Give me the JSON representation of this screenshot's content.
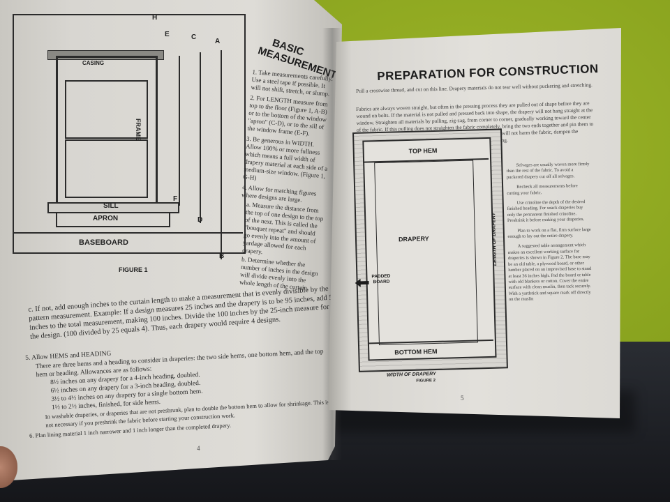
{
  "left_page": {
    "title": [
      "BASIC",
      "MEASUREMENTS"
    ],
    "figure": {
      "labels": {
        "casing": "CASING",
        "frame": "FRAME",
        "sill": "SILL",
        "apron": "APRON",
        "baseboard": "BASEBOARD",
        "caption": "FIGURE 1",
        "letters": [
          "E",
          "C",
          "A",
          "H",
          "F",
          "D",
          "B"
        ]
      }
    },
    "items": [
      "1. Take measurements carefully. Use a steel tape if possible. It will not shift, stretch, or slump.",
      "2. For LENGTH measure from top to the floor (Figure 1, A-B) or to the bottom of the window \"apron\" (C-D), or to the sill of the window frame (E-F).",
      "3. Be generous in WIDTH. Allow 100% or more fullness which means a full width of drapery material at each side of a medium-size window. (Figure 1, G-H)",
      "4. Allow for matching figures where designs are large.",
      "a. Measure the distance from the top of one design to the top of the next. This is called the \"bouquet repeat\" and should go evenly into the amount of yardage allowed for each drapery.",
      "b. Determine whether the number of inches in the design will divide evenly into the whole length of the curtain."
    ],
    "para_c": "c. If not, add enough inches to the curtain length to make a measurement that is evenly divisible by the pattern measurement. Example: If a design measures 25 inches and the drapery is to be 95 inches, add 5 inches to the total measurement, making 100 inches. Divide the 100 inches by the 25-inch measure for the design. (100 divided by 25 equals 4). Thus, each drapery would require 4 designs.",
    "item5_title": "5. Allow HEMS and HEADING",
    "item5_lines": [
      "There are three hems and a heading to consider in draperies: the two side hems, one bottom hem, and the top hem or heading. Allowances are as follows:",
      "8½ inches on any drapery for a 4-inch heading, doubled.",
      "6½ inches on any drapery for a 3-inch heading, doubled.",
      "3½ to 4½ inches on any drapery for a single bottom hem.",
      "1½ to 2½ inches, finished, for side hems.",
      "In washable draperies, or draperies that are not preshrunk, plan to double the bottom hem to allow for shrinkage. This is not necessary if you preshrink the fabric before starting your construction work.",
      "6. Plan lining material 1 inch narrower and 1 inch longer than the completed drapery."
    ],
    "page_number": "4"
  },
  "right_page": {
    "title": "PREPARATION FOR CONSTRUCTION",
    "intro": "Pull a crosswise thread, and cut on this line. Drapery materials do not tear well without puckering and stretching.",
    "para2": "Fabrics are always woven straight, but often in the pressing process they are pulled out of shape before they are wound on bolts. If the material is not pulled and pressed back into shape, the drapery will not hang straight at the window. Straighten all materials by pulling, zig-zag, from corner to corner, gradually working toward the center of the fabric. If this pulling does not straighten the fabric completely, bring the two ends together and pin them to the ironing board. Pin the lengthwise edges together at intervals. If it will not harm the fabric, dampen the section with a cloth. Now press toward the part that needs straightening.",
    "para3": "Selvages are usually woven more firmly than the rest of the fabric. To avoid a puckered drapery cut off all selvages.",
    "para4": "Recheck all measurements before cutting your fabric.",
    "para5": "Use crinoline the depth of the desired finished heading. For snack draperies buy only the permanent finished crinoline. Preshrink it before making your draperies.",
    "para6": "Plan to work on a flat, firm surface large enough to lay out the entire drapery.",
    "para7": "A suggested table arrangement which makes an excellent working surface for draperies is shown in Figure 2. The base may be an old table, a plywood board, or other lumber placed on an improvised base to stand at least 36 inches high. Pad the board or table with old blankets or cotton. Cover the entire surface with clean muslin, then tack securely. With a yardstick and square mark off directly on the muslin",
    "figure": {
      "top_hem": "TOP HEM",
      "drapery": "DRAPERY",
      "padded_board": [
        "PADDED",
        "BOARD"
      ],
      "bottom_hem": "BOTTOM HEM",
      "width_label": "WIDTH OF DRAPERY",
      "length_label": "LENGTH OF DRAPERY",
      "caption": "FIGURE 2"
    },
    "page_number": "5"
  }
}
